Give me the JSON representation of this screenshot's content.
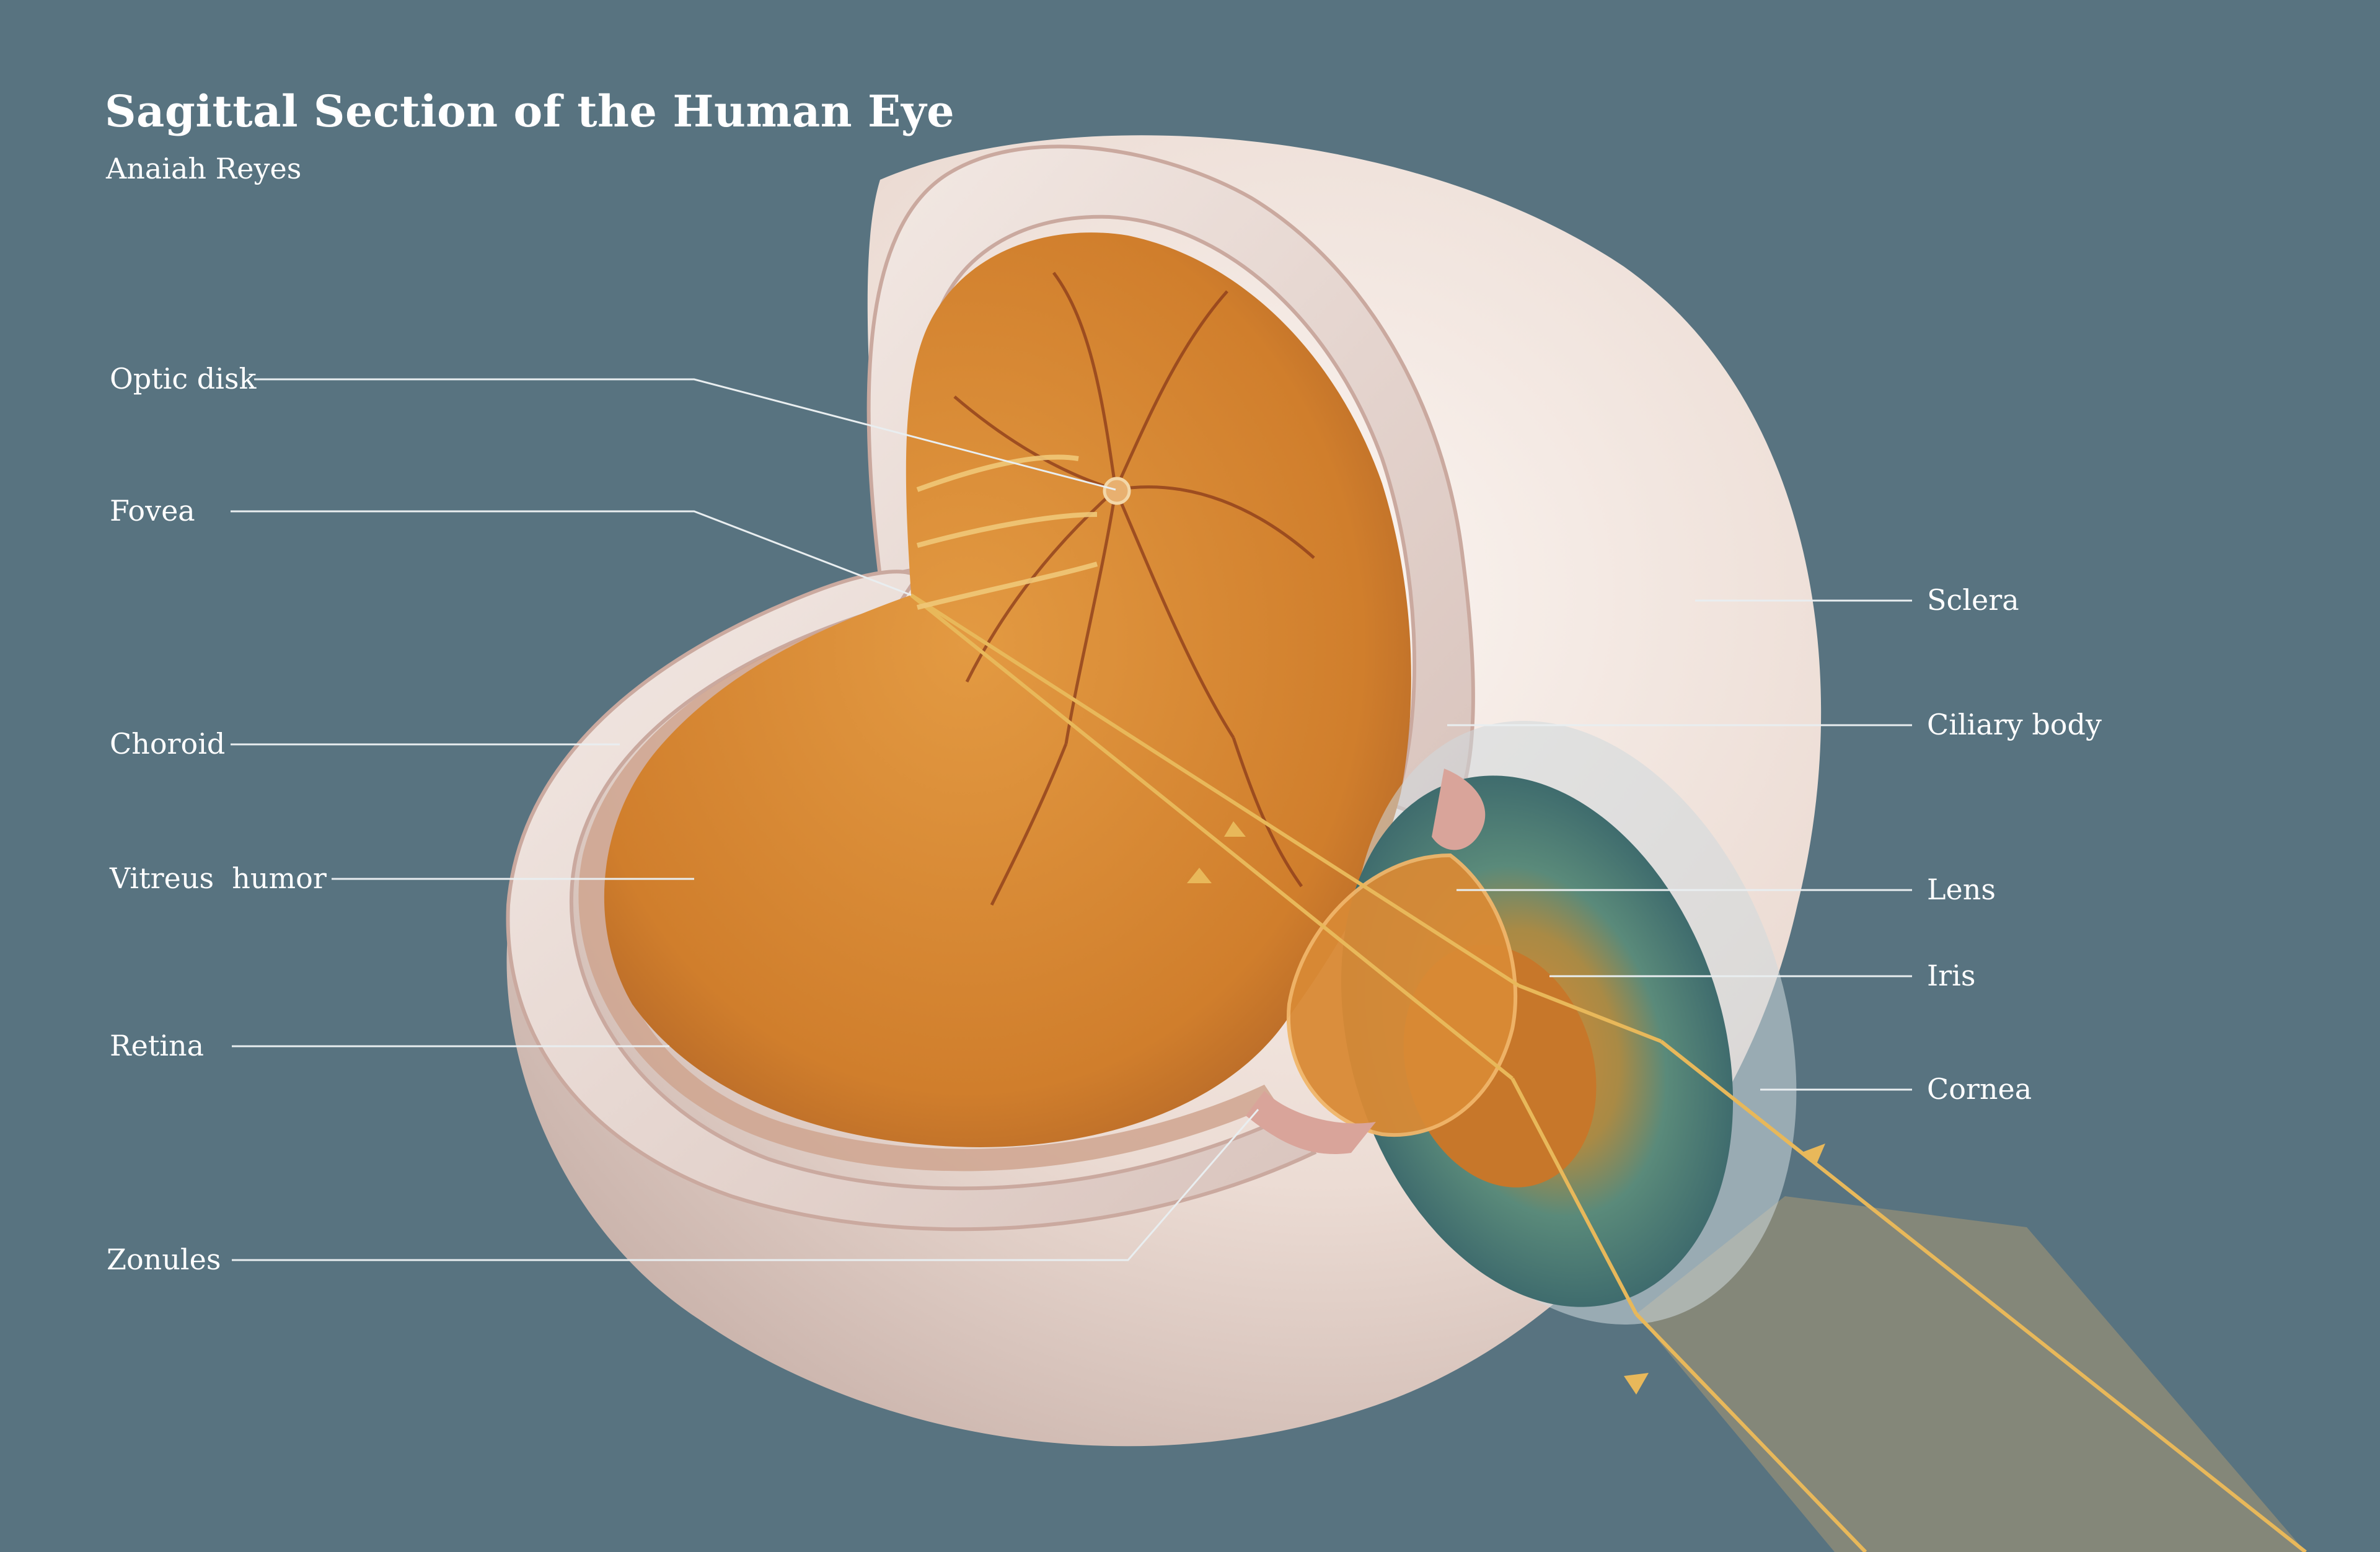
{
  "header": {
    "title": "Sagittal Section of the Human Eye",
    "author": "Anaiah Reyes"
  },
  "labels": {
    "optic_disk": "Optic disk",
    "fovea": "Fovea",
    "choroid": "Choroid",
    "vitreus_humor": "Vitreus  humor",
    "retina": "Retina",
    "zonules": "Zonules",
    "sclera": "Sclera",
    "ciliary_body": "Ciliary body",
    "lens": "Lens",
    "iris": "Iris",
    "cornea": "Cornea"
  },
  "colors": {
    "background": "#587380",
    "sclera": "#efe3dc",
    "vitreous": "#d9862f",
    "iris": "#3f6f72",
    "light_ray": "#e8b85a",
    "light_beam": "#8a8a78",
    "leader_line": "#e9eef0"
  }
}
